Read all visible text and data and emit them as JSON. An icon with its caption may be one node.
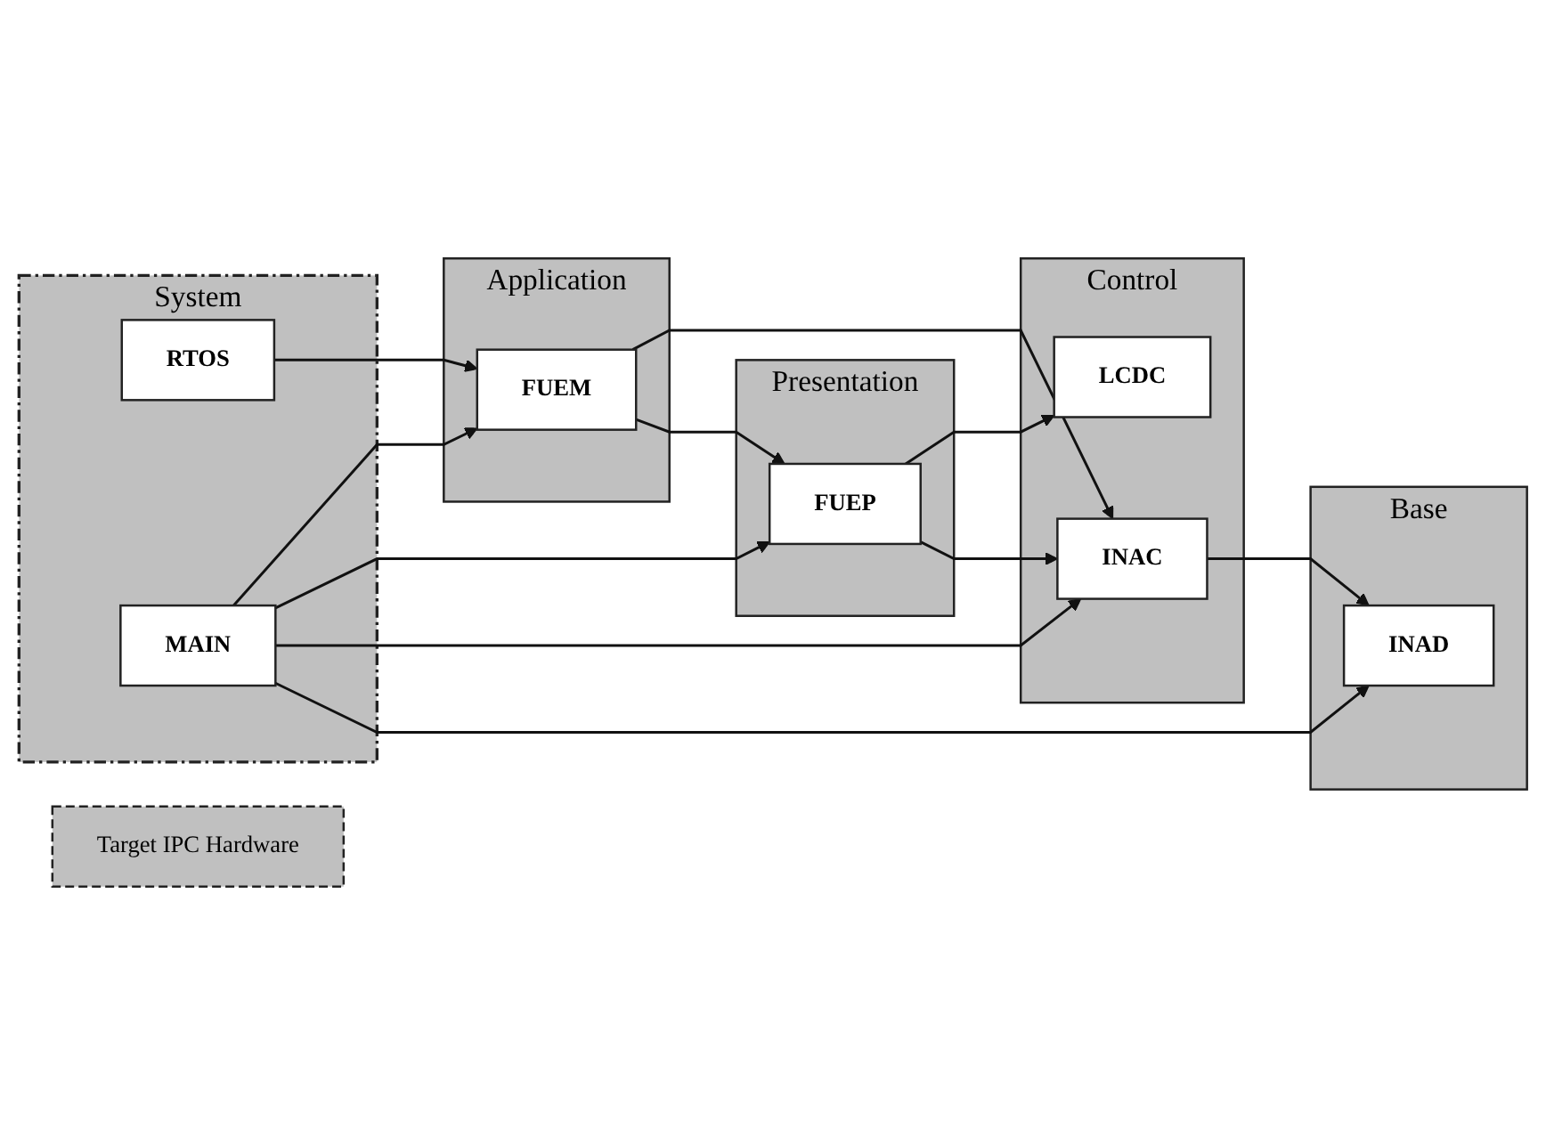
{
  "diagram": {
    "nodes": [
      {
        "text": [
          "Application"
        ]
      },
      {
        "text": [
          "FUEM"
        ],
        "in": 0
      },
      {
        "text": [
          "System"
        ]
      },
      {
        "text": [
          "RTOS"
        ],
        "in": 2
      },
      {
        "text": [
          "MAIN"
        ],
        "in": 2
      },
      {
        "text": [
          "Presentation"
        ]
      },
      {
        "text": [
          "FUEP"
        ],
        "in": 5
      },
      {
        "text": [
          "Control"
        ]
      },
      {
        "text": [
          "LCDC"
        ],
        "in": 7
      },
      {
        "text": [
          "INAC"
        ],
        "in": 7
      },
      {
        "text": [
          "Base"
        ]
      },
      {
        "text": [
          "INAD"
        ],
        "in": 10
      },
      {
        "text": [
          "Target IPC Hardware"
        ]
      }
    ],
    "edges": [
      {
        "from": 3,
        "to": 1,
        "arrow": "to"
      },
      {
        "from": 1,
        "to": 9,
        "arrow": "to"
      },
      {
        "from": 4,
        "to": 1,
        "arrow": "to"
      },
      {
        "from": 1,
        "to": 6,
        "arrow": "to"
      },
      {
        "from": 4,
        "to": 6,
        "arrow": "to"
      },
      {
        "from": 6,
        "to": 8,
        "arrow": "to"
      },
      {
        "from": 6,
        "to": 9,
        "arrow": "to"
      },
      {
        "from": 4,
        "to": 9,
        "arrow": "to"
      },
      {
        "from": 9,
        "to": 11,
        "arrow": "to"
      },
      {
        "from": 4,
        "to": 11,
        "arrow": "to"
      }
    ]
  }
}
